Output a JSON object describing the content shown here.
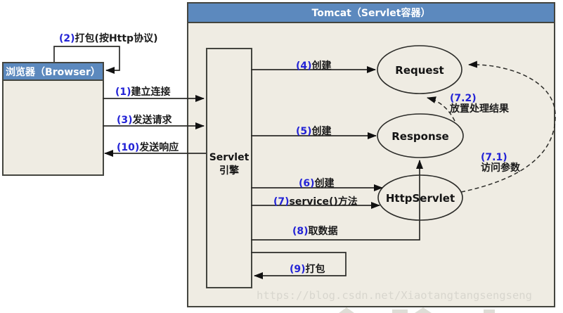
{
  "diagram_title": "Tomcat（Servlet容器）",
  "tomcat": {
    "title": "Tomcat（Servlet容器）"
  },
  "browser": {
    "title": "浏览器（Browser）"
  },
  "engine": {
    "line1": "Servlet",
    "line2": "引擎"
  },
  "nodes": {
    "request": "Request",
    "response": "Response",
    "http_servlet": "HttpServlet"
  },
  "labels": {
    "l1": {
      "num": "(1)",
      "text": "建立连接"
    },
    "l2": {
      "num": "(2)",
      "text": "打包(按Http协议)"
    },
    "l3": {
      "num": "(3)",
      "text": "发送请求"
    },
    "l4": {
      "num": "(4)",
      "text": "创建"
    },
    "l5": {
      "num": "(5)",
      "text": "创建"
    },
    "l6": {
      "num": "(6)",
      "text": "创建"
    },
    "l7": {
      "num": "(7)",
      "text": "service()方法"
    },
    "l8": {
      "num": "(8)",
      "text": "取数据"
    },
    "l9": {
      "num": "(9)",
      "text": "打包"
    },
    "l10": {
      "num": "(10)",
      "text": "发送响应"
    },
    "l71": {
      "num": "(7.1)",
      "text": "访问参数"
    },
    "l72": {
      "num": "(7.2)",
      "text": "放置处理结果"
    }
  },
  "watermark": "https://blog.csdn.net/Xiaotangtangsengseng",
  "colors": {
    "header_blue": "#5C89BE",
    "panel_beige": "#EFECE3",
    "box_border": "#44453F",
    "line_black": "#2B2B28",
    "label_number_blue": "#2323D6",
    "text_black": "#1B1B1B",
    "watermark_gray": "#D8D6CE"
  }
}
